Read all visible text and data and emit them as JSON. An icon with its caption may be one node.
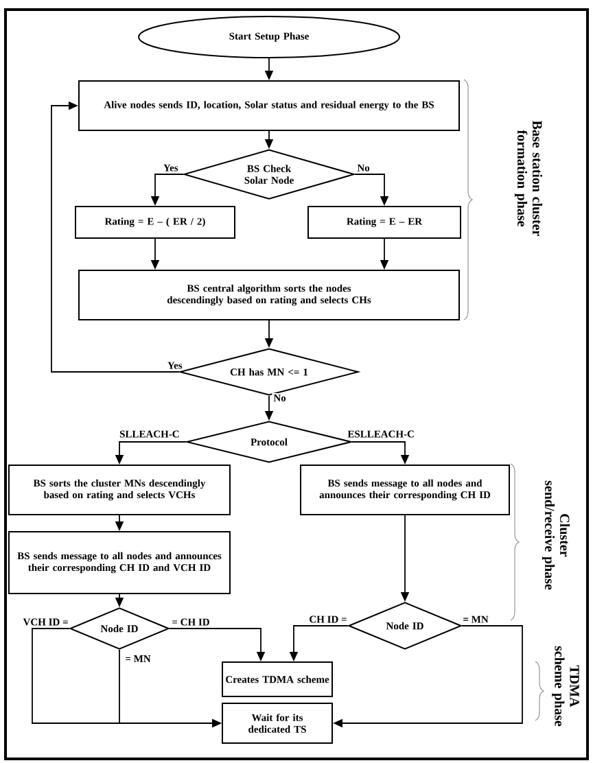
{
  "diagram": {
    "nodes": [
      {
        "text": [
          "Start Setup Phase"
        ]
      },
      {
        "text": [
          "Alive nodes sends ID, location, Solar status and residual energy to the BS"
        ]
      },
      {
        "text": [
          "BS Check Solar Node"
        ]
      },
      {
        "text": [
          "Rating = E – ( ER / 2)"
        ]
      },
      {
        "text": [
          "Rating = E –  ER"
        ]
      },
      {
        "text": [
          "BS central algorithm sorts the nodes descendingly based on rating and selects CHs"
        ]
      },
      {
        "text": [
          "CH has MN <= 1"
        ]
      },
      {
        "text": [
          "Protocol"
        ]
      },
      {
        "text": [
          "BS sorts the cluster MNs descendingly based on rating and selects VCHs"
        ]
      },
      {
        "text": [
          "BS sends message to all nodes and announces their corresponding CH ID"
        ]
      },
      {
        "text": [
          "BS sends message to all nodes and announces their corresponding CH ID and VCH ID"
        ]
      },
      {
        "text": [
          "Node  ID"
        ]
      },
      {
        "text": [
          "Node  ID"
        ]
      },
      {
        "text": [
          "Creates TDMA scheme"
        ]
      },
      {
        "text": [
          "Wait for its dedicated TS"
        ]
      }
    ],
    "edges": [
      {
        "from": 0,
        "to": 1,
        "arrow": "to"
      },
      {
        "from": 1,
        "to": 2,
        "arrow": "to"
      },
      {
        "from": 2,
        "to": 3,
        "arrow": "to",
        "label": "Yes"
      },
      {
        "from": 2,
        "to": 4,
        "arrow": "to",
        "label": "No"
      },
      {
        "from": 3,
        "to": 5,
        "arrow": "to"
      },
      {
        "from": 4,
        "to": 5,
        "arrow": "to"
      },
      {
        "from": 5,
        "to": 6,
        "arrow": "to"
      },
      {
        "from": 6,
        "to": 1,
        "arrow": "to",
        "label": "Yes"
      },
      {
        "from": 6,
        "to": 7,
        "arrow": "to",
        "label": "No"
      },
      {
        "from": 7,
        "to": 8,
        "arrow": "to",
        "label": "SLLEACH-C"
      },
      {
        "from": 7,
        "to": 9,
        "arrow": "to",
        "label": "ESLLEACH-C"
      },
      {
        "from": 8,
        "to": 10,
        "arrow": "to"
      },
      {
        "from": 10,
        "to": 11,
        "arrow": "to"
      },
      {
        "from": 11,
        "to": 14,
        "arrow": "to",
        "label": "VCH ID ="
      },
      {
        "from": 11,
        "to": 13,
        "arrow": "to",
        "label": "= CH ID"
      },
      {
        "from": 11,
        "to": 14,
        "arrow": "to",
        "label": "= MN"
      },
      {
        "from": 9,
        "to": 12,
        "arrow": "to"
      },
      {
        "from": 12,
        "to": 13,
        "arrow": "to",
        "label": "CH ID ="
      },
      {
        "from": 12,
        "to": 14,
        "arrow": "to",
        "label": "= MN"
      }
    ],
    "labels": [
      "Base station cluster formation phase",
      "Cluster send/receive phase",
      "TDMA scheme phase"
    ]
  }
}
